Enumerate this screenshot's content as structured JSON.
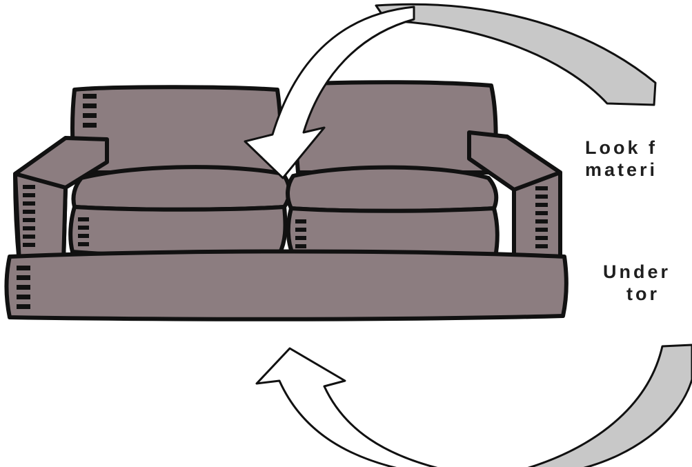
{
  "captions": {
    "top": {
      "line1": "Look f",
      "line2": "materi"
    },
    "bottom": {
      "line1": "Under",
      "line2": "tor"
    }
  },
  "colors": {
    "sofa_fill": "#8c7d80",
    "outline": "#111111",
    "arrow_gray": "#c8c8c8",
    "arrow_white": "#ffffff",
    "text": "#1f1f1f"
  },
  "icons": [
    "sofa-illustration",
    "curved-arrow-top-right",
    "curved-arrow-into-sofa",
    "curved-arrow-bottom-right",
    "curved-arrow-up-left"
  ]
}
